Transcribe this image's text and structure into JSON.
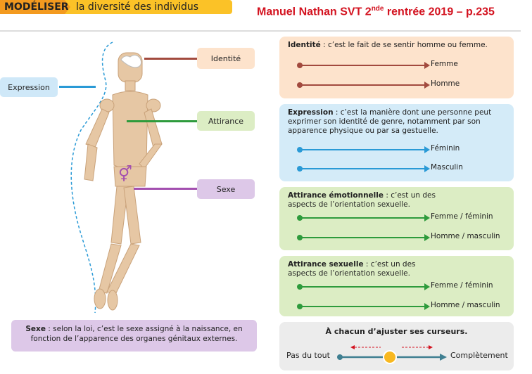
{
  "header": {
    "tag": "MODÉLISER",
    "title": "la diversité des individus"
  },
  "reference": {
    "prefix": "Manuel Nathan SVT 2",
    "sup": "nde",
    "suffix": " rentrée 2019 – p.235"
  },
  "figure_labels": {
    "identite": "Identité",
    "expression": "Expression",
    "attirance": "Attirance",
    "sexe": "Sexe"
  },
  "sexe_note": {
    "term": "Sexe",
    "text": " : selon la loi, c’est le sexe assigné à la naissance, en fonction de l’apparence des organes génitaux externes."
  },
  "panels": [
    {
      "term": "Identité",
      "text": " : c’est le fait de se sentir homme ou femme.",
      "axes": [
        "Femme",
        "Homme"
      ],
      "color": "#a24a3e"
    },
    {
      "term": "Expression",
      "text": " : c’est la manière dont une personne peut exprimer son identité de genre, notamment par son apparence physique ou par sa gestuelle.",
      "axes": [
        "Féminin",
        "Masculin"
      ],
      "color": "#2a9ad6"
    },
    {
      "term": "Attirance émotionnelle",
      "text": " : c’est un des aspects de l’orientation sexuelle.",
      "axes": [
        "Femme / féminin",
        "Homme / masculin"
      ],
      "color": "#2e9b3c"
    },
    {
      "term": "Attirance sexuelle",
      "text": " : c’est un des aspects de l’orientation sexuelle.",
      "axes": [
        "Femme / féminin",
        "Homme / masculin"
      ],
      "color": "#2e9b3c"
    }
  ],
  "slider": {
    "title": "À chacun d’ajuster ses curseurs.",
    "min_label": "Pas du tout",
    "max_label": "Complètement",
    "value": 0.5
  }
}
